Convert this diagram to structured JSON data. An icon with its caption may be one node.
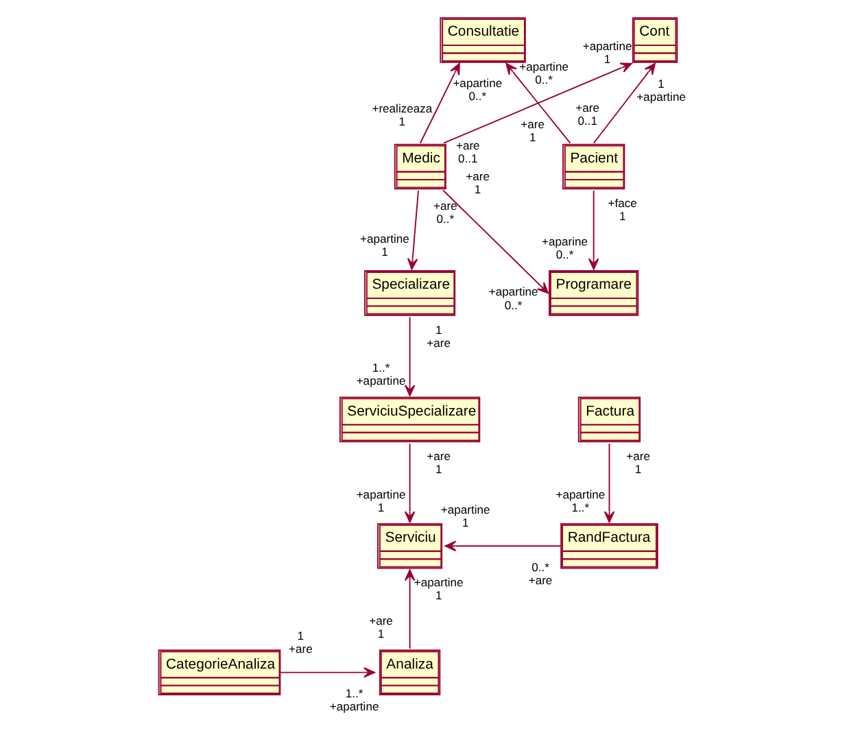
{
  "diagram": {
    "nodes": [
      {
        "text": [
          "Consultatie"
        ]
      },
      {
        "text": [
          "Cont"
        ]
      },
      {
        "text": [
          "Medic"
        ]
      },
      {
        "text": [
          "Pacient"
        ]
      },
      {
        "text": [
          "Specializare"
        ]
      },
      {
        "text": [
          "Programare"
        ]
      },
      {
        "text": [
          "ServiciuSpecializare"
        ]
      },
      {
        "text": [
          "Factura"
        ]
      },
      {
        "text": [
          "Serviciu"
        ]
      },
      {
        "text": [
          "RandFactura"
        ]
      },
      {
        "text": [
          "Analiza"
        ]
      },
      {
        "text": [
          "CategorieAnaliza"
        ]
      }
    ],
    "edges": [
      {
        "from": 2,
        "to": 0,
        "arrow": "to"
      },
      {
        "from": 3,
        "to": 0,
        "arrow": "to"
      },
      {
        "from": 2,
        "to": 1,
        "arrow": "to"
      },
      {
        "from": 3,
        "to": 1,
        "arrow": "to"
      },
      {
        "from": 2,
        "to": 4,
        "arrow": "to"
      },
      {
        "from": 2,
        "to": 5,
        "arrow": "to"
      },
      {
        "from": 3,
        "to": 5,
        "arrow": "to"
      },
      {
        "from": 4,
        "to": 6,
        "arrow": "to"
      },
      {
        "from": 6,
        "to": 8,
        "arrow": "to"
      },
      {
        "from": 7,
        "to": 9,
        "arrow": "to"
      },
      {
        "from": 9,
        "to": 8,
        "arrow": "to"
      },
      {
        "from": 10,
        "to": 8,
        "arrow": "to"
      },
      {
        "from": 11,
        "to": 10,
        "arrow": "to"
      }
    ],
    "labels": [
      "+apartine",
      "+apartine",
      "+apartine",
      "0..*",
      "1",
      "0..*",
      "1",
      "+apartine",
      "+realizeaza",
      "1",
      "+are",
      "+are",
      "+are",
      "0..1",
      "1",
      "0..1",
      "+are",
      "+are",
      "+face",
      "+apartine",
      "0..*",
      "1",
      "+apartine",
      "+aparine",
      "1",
      "1",
      "0..*",
      "0..*",
      "1",
      "+are",
      "1..*",
      "+apartine",
      "+are",
      "1",
      "+are",
      "+apartine",
      "1",
      "1",
      "+apartine",
      "+apartine",
      "+apartine",
      "1",
      "0..*",
      "1..*",
      "+are",
      "1",
      "+are",
      "1",
      "1..*",
      "1",
      "+apartine",
      "+are"
    ]
  }
}
